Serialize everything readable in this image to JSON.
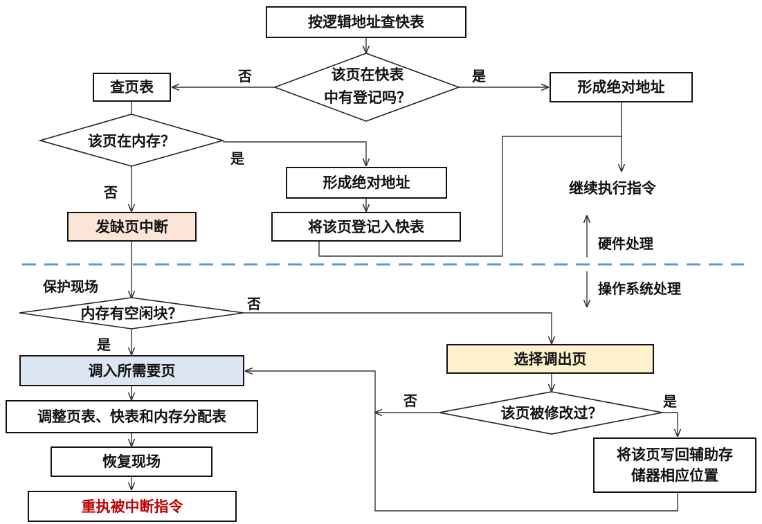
{
  "nodes": {
    "lookup_tlb": "按逻辑地址查快表",
    "in_tlb_q_line1": "该页在快表",
    "in_tlb_q_line2": "中有登记吗？",
    "check_page_table": "查页表",
    "form_abs_addr_top": "形成绝对地址",
    "in_memory_q": "该页在内存？",
    "form_abs_addr_mid": "形成绝对地址",
    "register_tlb": "将该页登记入快表",
    "continue_exec": "继续执行指令",
    "page_fault": "发缺页中断",
    "save_context": "保护现场",
    "free_block_q": "内存有空闲块？",
    "select_swap_out": "选择调出页",
    "load_page": "调入所需要页",
    "modified_q": "该页被修改过？",
    "adjust_tables": "调整页表、快表和内存分配表",
    "write_back_line1": "将该页写回辅助存",
    "write_back_line2": "储器相应位置",
    "restore_context": "恢复现场",
    "re_exec": "重执被中断指令"
  },
  "edge_labels": {
    "tlb_no": "否",
    "tlb_yes": "是",
    "mem_yes": "是",
    "mem_no": "否",
    "free_no": "否",
    "free_yes": "是",
    "mod_no": "否",
    "mod_yes": "是"
  },
  "layers": {
    "hardware": "硬件处理",
    "os": "操作系统处理"
  },
  "colors": {
    "page_fault_fill": "#fbe4d8",
    "load_page_fill": "#dce6f2",
    "select_swap_fill": "#fff2cc",
    "divider": "#5b9bd5",
    "re_exec_text": "#c00000"
  }
}
